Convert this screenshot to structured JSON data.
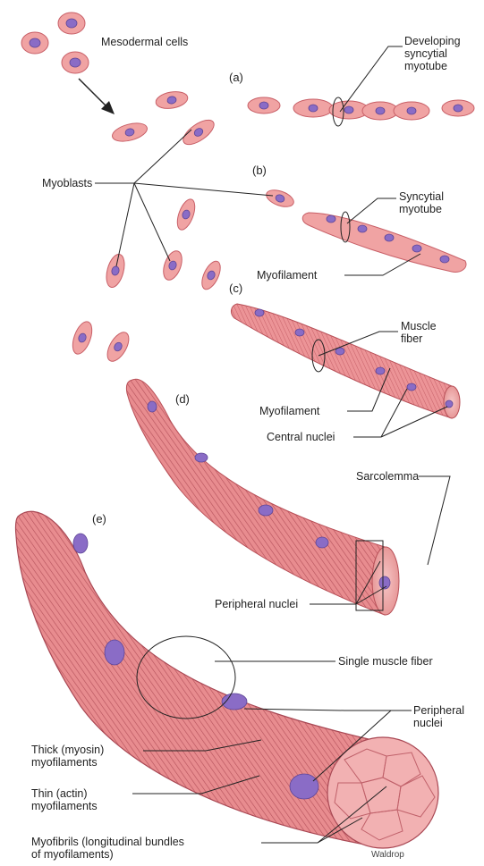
{
  "labels": {
    "mesodermal_cells": "Mesodermal cells",
    "developing_myotube": "Developing\nsyncytial\nmyotube",
    "stage_a": "(a)",
    "myoblasts": "Myoblasts",
    "stage_b": "(b)",
    "syncytial_myotube": "Syncytial\nmyotube",
    "myofilament_b": "Myofilament",
    "stage_c": "(c)",
    "muscle_fiber": "Muscle\nfiber",
    "stage_d": "(d)",
    "myofilament_c": "Myofilament",
    "central_nuclei": "Central nuclei",
    "sarcolemma": "Sarcolemma",
    "stage_e": "(e)",
    "peripheral_nuclei_d": "Peripheral nuclei",
    "single_muscle_fiber": "Single muscle fiber",
    "peripheral_nuclei_e": "Peripheral\nnuclei",
    "thick_myofilaments": "Thick (myosin)\nmyofilaments",
    "thin_myofilaments": "Thin (actin)\nmyofilaments",
    "myofibrils": "Myofibrils (longitudinal bundles\nof myofilaments)",
    "credit": "Waldrop"
  },
  "colors": {
    "cell_fill": "#f0a3a3",
    "cell_stroke": "#c85f67",
    "nucleus": "#8a6cc6",
    "fiber_fill": "#e9898c",
    "fiber_stripe": "#b85058"
  }
}
